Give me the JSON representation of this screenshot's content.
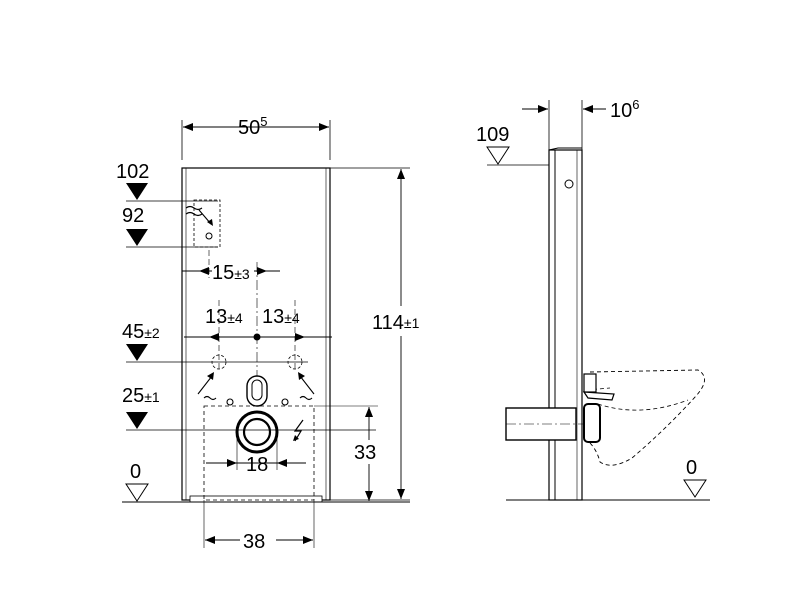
{
  "front_view": {
    "width_label": "50",
    "width_label_sup": "5",
    "height_label": "114",
    "height_label_tol": "±1",
    "level_102": "102",
    "level_92": "92",
    "water_inlet_offset": "15",
    "water_inlet_offset_tol": "±3",
    "left_bolt_offset": "13",
    "left_bolt_offset_tol": "±4",
    "right_bolt_offset": "13",
    "right_bolt_offset_tol": "±4",
    "level_45": "45",
    "level_45_tol": "±2",
    "level_25": "25",
    "level_25_tol": "±1",
    "drain_width": "18",
    "drain_height": "33",
    "base_width": "38",
    "floor_level": "0"
  },
  "side_view": {
    "depth_label": "10",
    "depth_label_sup": "6",
    "level_109": "109",
    "floor_level": "0"
  }
}
